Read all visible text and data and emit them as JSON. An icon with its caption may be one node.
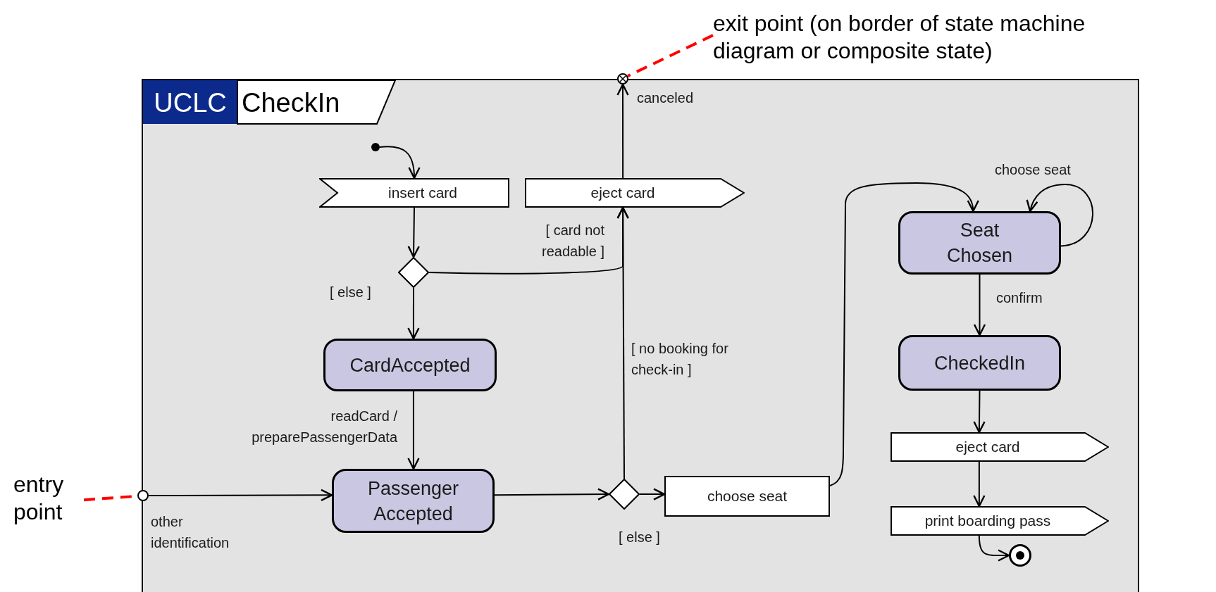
{
  "diagram": {
    "nodes": [
      {
        "text": [
          "UCLC",
          "CheckIn"
        ]
      },
      {
        "text": [],
        "shape": "circle",
        "in": 0
      },
      {
        "text": [
          "insert card"
        ],
        "in": 0
      },
      {
        "text": [
          "eject card"
        ],
        "in": 0
      },
      {
        "text": [],
        "shape": "circle"
      },
      {
        "text": [],
        "shape": "diamond",
        "in": 0
      },
      {
        "text": [
          "CardAccepted"
        ],
        "in": 0
      },
      {
        "text": [
          "Passenger Accepted"
        ],
        "in": 0
      },
      {
        "text": [],
        "shape": "circle"
      },
      {
        "text": [],
        "shape": "diamond",
        "in": 0
      },
      {
        "text": [
          "choose seat"
        ],
        "in": 0
      },
      {
        "text": [
          "Seat Chosen"
        ],
        "in": 0
      },
      {
        "text": [
          "CheckedIn"
        ],
        "in": 0
      },
      {
        "text": [
          "eject card"
        ],
        "in": 0
      },
      {
        "text": [
          "print boarding pass"
        ],
        "in": 0
      },
      {
        "text": [],
        "shape": "circle",
        "in": 0
      },
      {
        "text": [
          "entry point"
        ]
      },
      {
        "text": [
          "exit point (on border of state machine diagram or composite state)"
        ]
      }
    ],
    "edges": [
      {
        "from": 1,
        "to": 2,
        "arrow": "to"
      },
      {
        "from": 2,
        "to": 5,
        "arrow": "to"
      },
      {
        "from": 5,
        "to": 3,
        "arrow": "to",
        "label": "[ card not readable ]"
      },
      {
        "from": 5,
        "to": 6,
        "arrow": "to",
        "label": "[ else ]"
      },
      {
        "from": 6,
        "to": 7,
        "arrow": "to",
        "label": "readCard / preparePassengerData"
      },
      {
        "from": 8,
        "to": 7,
        "arrow": "to",
        "label": "other identification"
      },
      {
        "from": 7,
        "to": 9,
        "arrow": "to"
      },
      {
        "from": 9,
        "to": 3,
        "arrow": "to",
        "label": "[ no booking for check-in ]"
      },
      {
        "from": 9,
        "to": 10,
        "arrow": "to",
        "label": "[ else ]"
      },
      {
        "from": 3,
        "to": 4,
        "arrow": "to",
        "label": "canceled"
      },
      {
        "from": 10,
        "to": 11,
        "arrow": "to"
      },
      {
        "from": 11,
        "to": 11,
        "arrow": "to",
        "label": "choose seat"
      },
      {
        "from": 11,
        "to": 12,
        "arrow": "to",
        "label": "confirm"
      },
      {
        "from": 12,
        "to": 13,
        "arrow": "to"
      },
      {
        "from": 13,
        "to": 14,
        "arrow": "to"
      },
      {
        "from": 14,
        "to": 15,
        "arrow": "to"
      },
      {
        "from": 16,
        "to": 8,
        "arrow": "none",
        "style": "dashed",
        "color": "#ff0000"
      },
      {
        "from": 17,
        "to": 4,
        "arrow": "none",
        "style": "dashed",
        "color": "#ff0000"
      }
    ]
  }
}
